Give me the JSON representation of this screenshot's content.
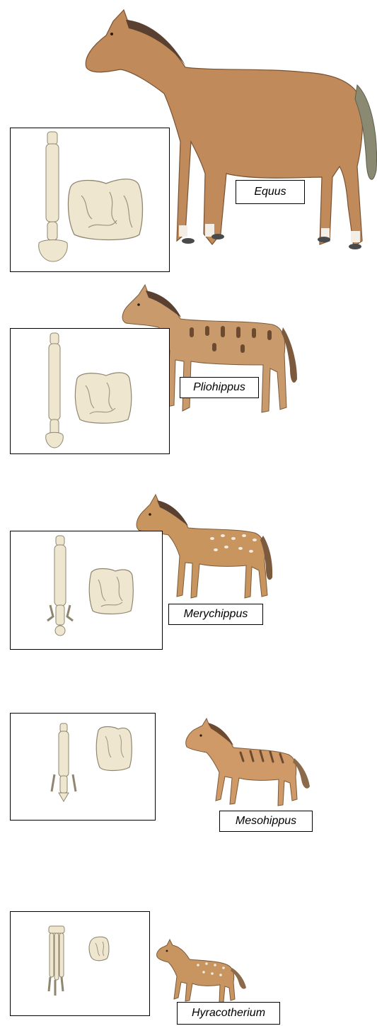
{
  "stages": [
    {
      "name": "Equus"
    },
    {
      "name": "Pliohippus"
    },
    {
      "name": "Merychippus"
    },
    {
      "name": "Mesohippus"
    },
    {
      "name": "Hyracotherium"
    }
  ],
  "colors": {
    "equus_coat": "#c08a5a",
    "pliohippus_coat": "#c99a6c",
    "merychippus_coat": "#c9955f",
    "mesohippus_coat": "#cf9a68",
    "hyracotherium_coat": "#c89560",
    "bone": "#efe6cf",
    "bone_outline": "#8f8670",
    "mane": "#5a4030",
    "stripe": "#6b4a30",
    "hoof": "#4a4a4a"
  }
}
